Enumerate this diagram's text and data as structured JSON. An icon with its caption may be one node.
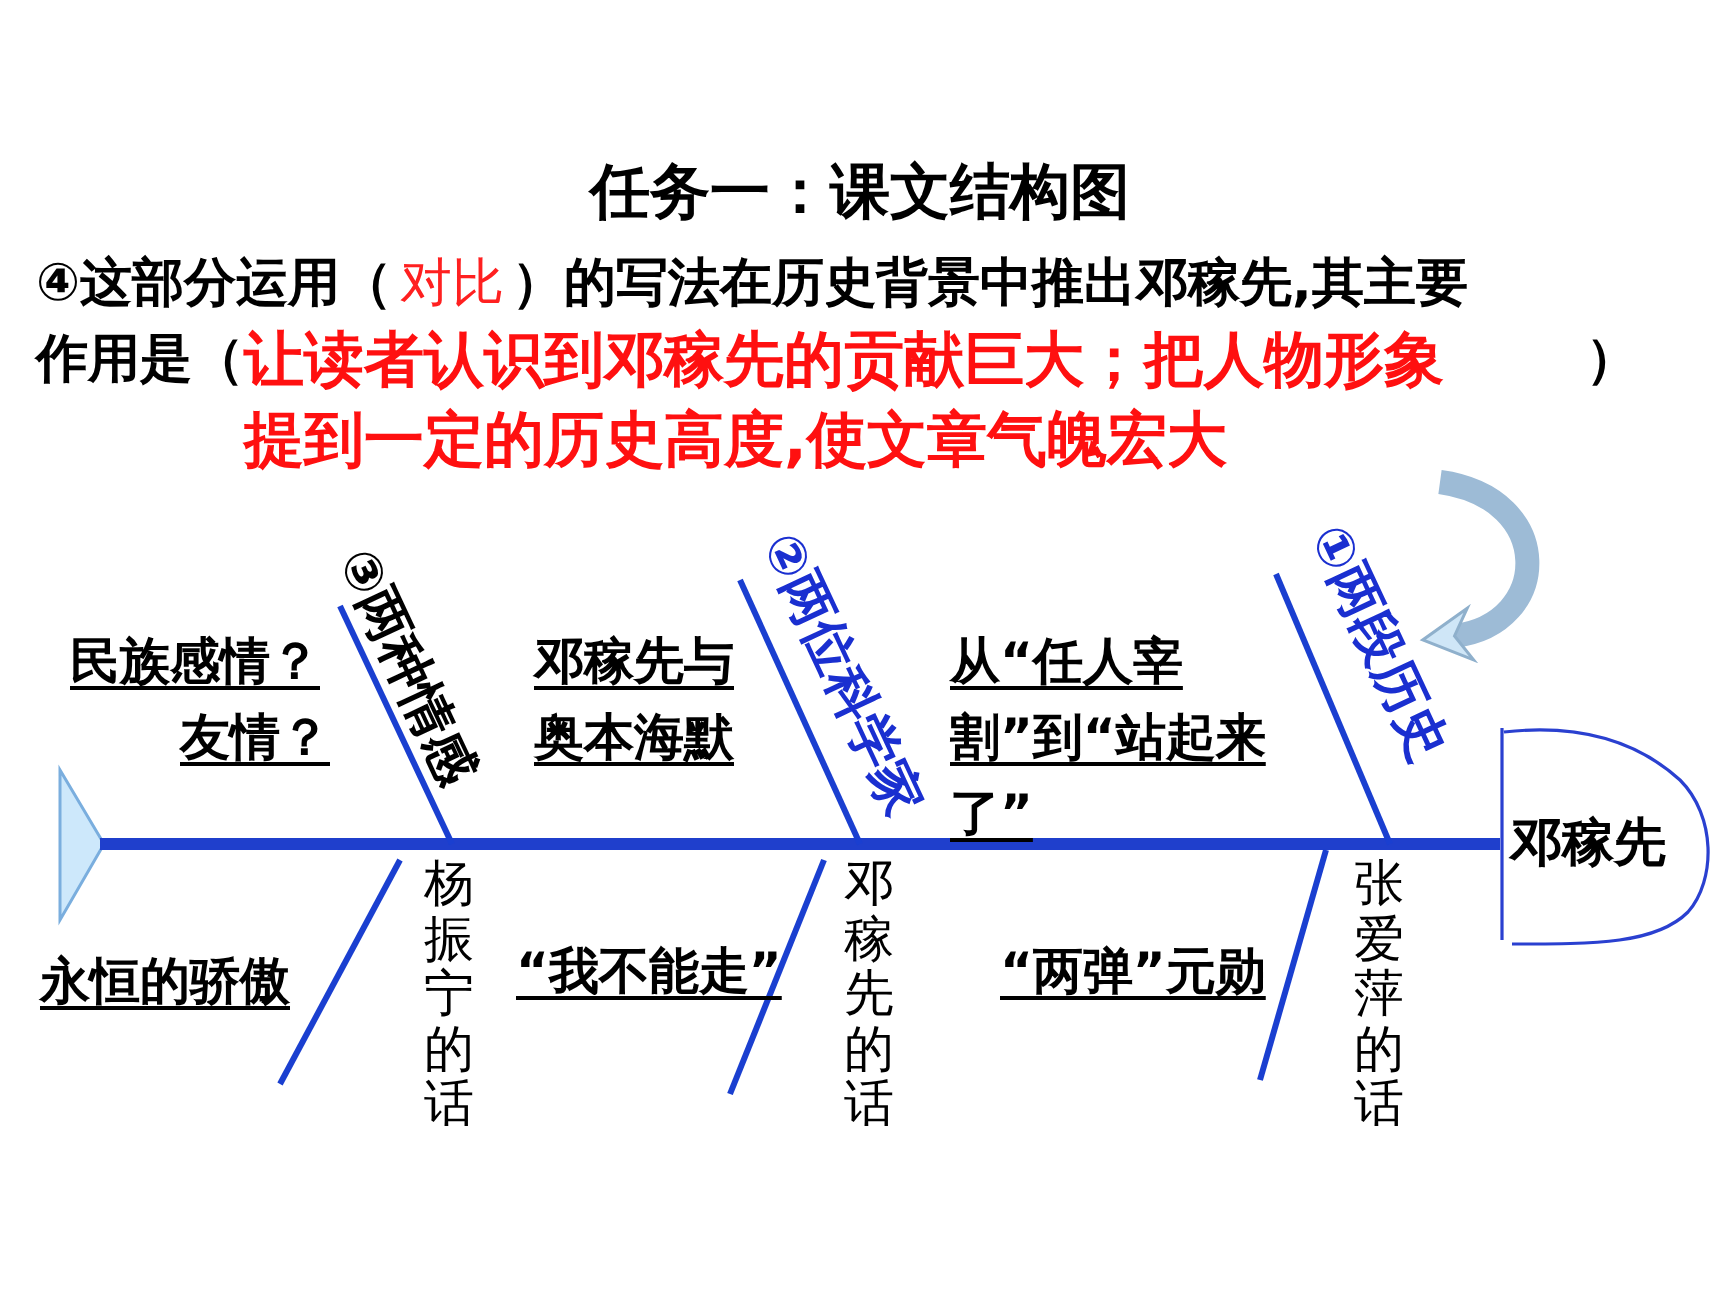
{
  "diagram": {
    "title": "任务一：课文结构图",
    "nodes": [
      {
        "text": [
          "④这部分运用（",
          "对比",
          "）的写法在历史背景中推出邓稼先,其主要作用是（",
          "让读者认识到邓稼先的贡献巨大；把人物形象提到一定的历史高度,使文章气魄宏大",
          "）"
        ]
      },
      {
        "text": [
          "①两段历史"
        ]
      },
      {
        "text": [
          "邓稼先"
        ]
      }
    ],
    "edges": [
      {
        "from": 0,
        "to": 1,
        "arrow": "to"
      }
    ],
    "labels": [
      "民族感情？",
      "友情？",
      "③两种情感",
      "邓稼先与奥本海默",
      "②两位科学家",
      "从“任人宰割”到“站起来了”",
      "永恒的骄傲",
      "杨振宁的话",
      "“我不能走”",
      "邓稼先的话",
      "“两弹”元勋",
      "张爱萍的话"
    ]
  }
}
